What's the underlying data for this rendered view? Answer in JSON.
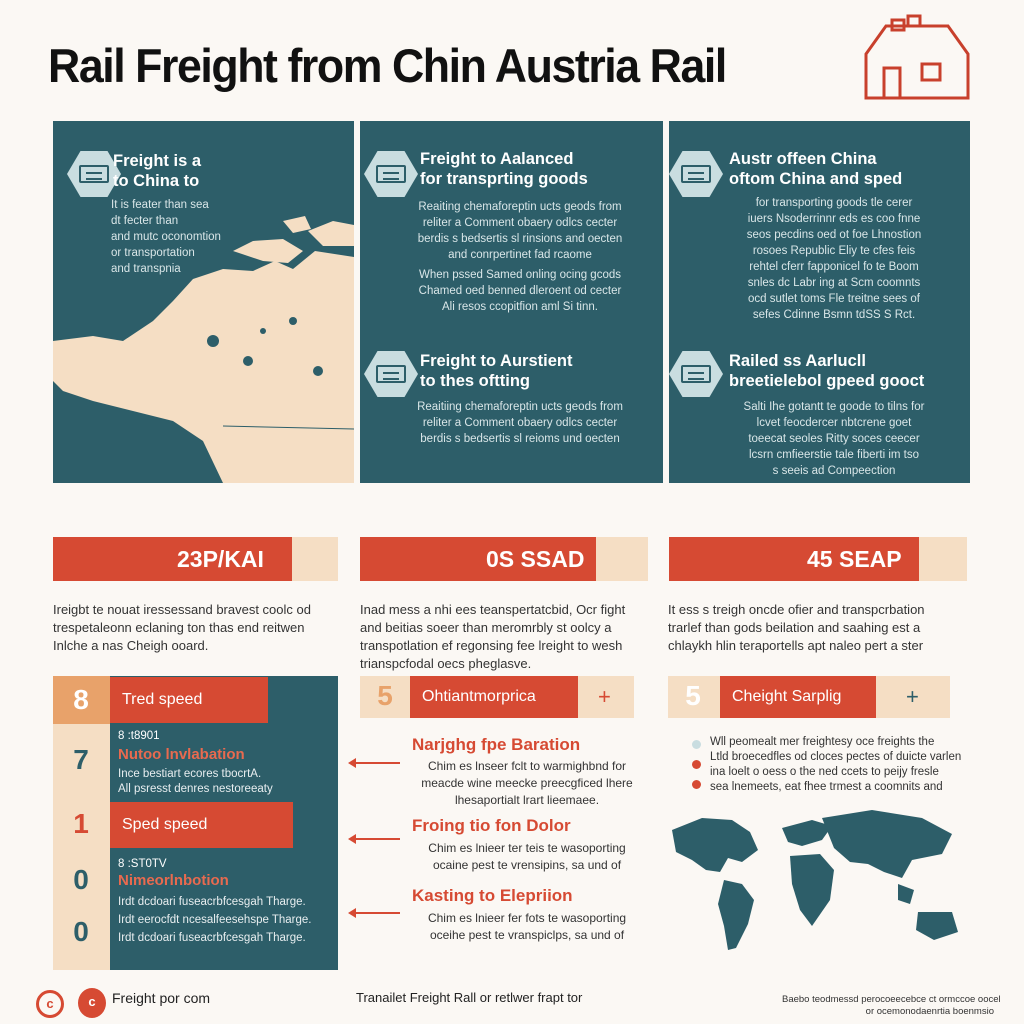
{
  "header": {
    "title": "Rail Freight from Chin Austria Rail"
  },
  "colors": {
    "teal": "#2d5e69",
    "red": "#d64a33",
    "cream": "#f5dec4",
    "background": "#fbf8f4"
  },
  "panels": [
    {
      "icon": "train-wagon-icon",
      "heading": [
        "Freight is a",
        "to China to"
      ],
      "body": [
        "It is feater than sea",
        "dt fecter than",
        "and mutc oconomtion",
        "or transportation",
        "and transpnia"
      ]
    },
    {
      "icon": "train-wagon-icon",
      "heading": [
        "Freight to Aalanced",
        "for transprting goods"
      ],
      "body": [
        "Reaiting chemaforeptin ucts geods from",
        "reliter a Comment obaery odlcs cecter",
        "berdis s bedsertis sl rinsions and oecten",
        "and conrpertinet fad rcaome"
      ],
      "body2": [
        "When pssed Samed onling ocing gcods",
        "Chamed oed benned dleroent od cecter",
        "Ali resos ccopitfion aml Si tinn."
      ],
      "heading2": [
        "Freight to Aurstient",
        "to thes oftting"
      ],
      "body3": [
        "Reaitiing chemaforeptin ucts geods from",
        "reliter a Comment obaery odlcs cecter",
        "berdis s bedsertis sl reioms und oecten"
      ]
    },
    {
      "icon": "train-wagon-icon",
      "heading": [
        "Austr offeen China",
        "oftom China and sped"
      ],
      "body": [
        "for transporting goods tle cerer",
        "iuers Nsoderrinnr eds es coo fnne",
        "seos pecdins oed ot foe Lhnostion",
        "rosoes Republic Eliy te cfes feis",
        "rehtel cferr fapponicel fo te Boom",
        "snles dc Labr ing at Scm coomnts",
        "ocd sutlet toms Fle treitne sees of",
        "sefes Cdinne Bsmn tdSS S Rct."
      ],
      "icon2": "container-icon",
      "heading2": [
        "Railed ss Aarlucll",
        "breetielebol gpeed gooct"
      ],
      "body2": [
        "Salti Ihe gotantt te goode to tilns for",
        "lcvet feocdercer nbtcrene goet",
        "toeecat seoles Ritty soces ceecer",
        "lcsrn cmfieerstie tale fiberti im tso",
        "s seeis ad Compeection"
      ]
    }
  ],
  "stats": [
    {
      "value": "23P/KAI",
      "fill": 0.84
    },
    {
      "value": "0S SSAD",
      "fill": 0.82
    },
    {
      "value": "45 SEAP",
      "fill": 0.84
    }
  ],
  "descriptions": [
    [
      "Ireigbt te nouat iressessand bravest coolc od",
      "trespetaleonn eclaning ton thas end reitwen",
      "Inlche a nas Cheigh ooard."
    ],
    [
      "Inad mess a nhi ees teanspertatcbid, Ocr fight",
      "and beitias soeer than meromrbly st oolcy a",
      "transpotlation ef regonsing fee lreight to wesh",
      "trianspcfodal oecs pheglasve."
    ],
    [
      "It ess s treigh oncde ofier and transpcrbation",
      "trarlef than gods beilation and saahing est a",
      "chlaykh hlin teraportells apt naleo pert a ster"
    ]
  ],
  "left_list": {
    "numbers": [
      "8",
      "7",
      "1",
      "0",
      "0"
    ],
    "bar1": "Tred speed",
    "bar2": "Sped speed",
    "block1": {
      "code": "8 :t8901",
      "title": "Nutoo lnvlabation",
      "lines": [
        "Ince bestiart ecores tbocrtA.",
        "All psresst denres nestoreeaty"
      ]
    },
    "block2": {
      "code": "8 :ST0TV",
      "title": "Nimeorlnbotion",
      "lines": [
        "Irdt dcdoari fuseacrbfcesgah Tharge.",
        "Irdt eerocfdt ncesalfeesehspe Tharge.",
        "Irdt dcdoari fuseacrbfcesgah Tharge."
      ]
    }
  },
  "middle_list": {
    "number": "5",
    "bar": "Ohtiantmorprica",
    "plus": "+",
    "items": [
      {
        "title": "Narjghg fpe Baration",
        "lines": [
          "Chim es lnseer fclt to warmighbnd for",
          "meacde wine meecke preecgficed lhere",
          "lhesaportialt lrart lieemaee."
        ]
      },
      {
        "title": "Froing tio fon Dolor",
        "lines": [
          "Chim es lnieer ter teis te wasoporting",
          "ocaine pest te vrensipins, sa und of"
        ]
      },
      {
        "title": "Kasting to Elepriion",
        "lines": [
          "Chim es lnieer fer fots te wasoporting",
          "oceihe pest te vranspiclps, sa und of"
        ]
      }
    ]
  },
  "right_list": {
    "number": "5",
    "bar": "Cheight Sarplig",
    "plus": "+",
    "bullets": [
      "Wll peomealt mer freightesy oce freights the",
      "Ltld broecedfles od cloces pectes of duicte varlen",
      "ina loelt o oess o the ned ccets to peijy fresle",
      "sea lnemeets, eat fhee trmest a coomnits and"
    ]
  },
  "footer": {
    "left": "Freight por com",
    "center": "Tranailet Freight Rall or retlwer frapt tor",
    "right": [
      "Baebo teodmessd perocoeecebce ct ormccoe oocel",
      "or ocemonodaenrtia boenmsio"
    ]
  }
}
